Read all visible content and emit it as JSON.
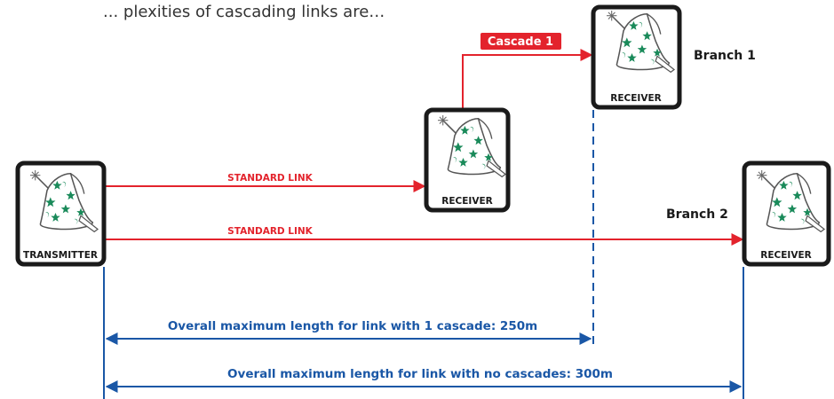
{
  "intro_text": "... plexities of cascading links are…",
  "devices": {
    "transmitter": "TRANSMITTER",
    "receiver_middle": "RECEIVER",
    "receiver_branch1": "RECEIVER",
    "receiver_branch2": "RECEIVER"
  },
  "links": {
    "upper": "STANDARD LINK",
    "lower": "STANDARD LINK",
    "cascade": "Cascade 1"
  },
  "branches": {
    "branch1": "Branch 1",
    "branch2": "Branch 2"
  },
  "measurements": {
    "with_cascade": "Overall maximum length for link with 1 cascade: 250m",
    "no_cascades": "Overall maximum length for link with no cascades: 300m"
  },
  "colors": {
    "link_red": "#e3232c",
    "measure_blue": "#1a57a6",
    "hat_green": "#1a8a5a",
    "box_border": "#1a1a1a"
  },
  "icons": {
    "device": "wizard-hat-icon"
  }
}
